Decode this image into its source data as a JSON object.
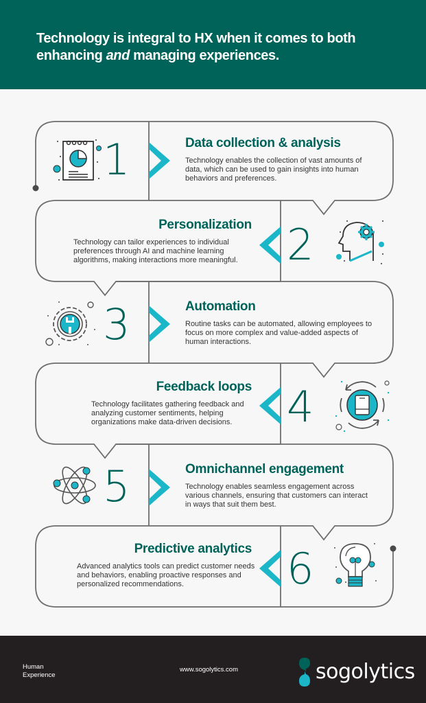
{
  "header": {
    "title_part1": "Technology is integral to HX when it comes to both enhancing ",
    "title_emphasis": "and",
    "title_part2": " managing experiences."
  },
  "items": [
    {
      "number": "1",
      "title": "Data collection & analysis",
      "description": "Technology enables the collection of vast amounts of data, which can be used to gain insights into human behaviors and preferences.",
      "icon": "notepad-pie-chart-icon"
    },
    {
      "number": "2",
      "title": "Personalization",
      "description": "Technology can tailor experiences to individual preferences through AI and machine learning algorithms, making interactions more meaningful.",
      "icon": "head-gear-icon"
    },
    {
      "number": "3",
      "title": "Automation",
      "description": "Routine tasks can be automated, allowing employees to focus on more complex and value-added aspects of human interactions.",
      "icon": "gear-wrench-icon"
    },
    {
      "number": "4",
      "title": "Feedback loops",
      "description": "Technology facilitates gathering feedback and analyzing customer sentiments, helping organizations make data-driven decisions.",
      "icon": "refresh-tablet-icon"
    },
    {
      "number": "5",
      "title": "Omnichannel engagement",
      "description": "Technology enables seamless engagement across various channels, ensuring that customers can interact in ways that suit them best.",
      "icon": "atom-icon"
    },
    {
      "number": "6",
      "title": "Predictive analytics",
      "description": "Advanced analytics tools can predict customer needs and behaviors, enabling proactive responses and personalized recommendations.",
      "icon": "lightbulb-icon"
    }
  ],
  "footer": {
    "tagline_line1": "Human",
    "tagline_line2": "Experience",
    "url": "www.sogolytics.com",
    "brand": "sogolytics"
  },
  "colors": {
    "primary": "#00635a",
    "accent": "#1bb6c8",
    "line": "#6d6e70",
    "background": "#f7f7f7",
    "footer": "#231f20"
  }
}
